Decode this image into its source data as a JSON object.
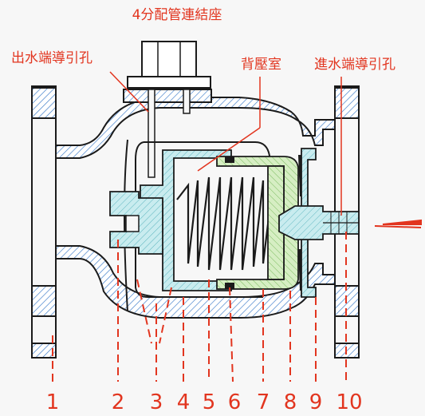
{
  "labels": {
    "fitting": "4分配管連結座",
    "outlet_pilot": "出水端導引孔",
    "back_pressure": "背壓室",
    "inlet_pilot": "進水端導引孔"
  },
  "part_numbers": [
    "1",
    "2",
    "3",
    "4",
    "5",
    "6",
    "7",
    "8",
    "9",
    "10"
  ],
  "colors": {
    "label": "#e2351f",
    "metal_hatch": "#3a7ac9",
    "cyan_fill": "#c9ecef",
    "green_fill": "#d6eec3",
    "background": "#f7f7f7"
  }
}
